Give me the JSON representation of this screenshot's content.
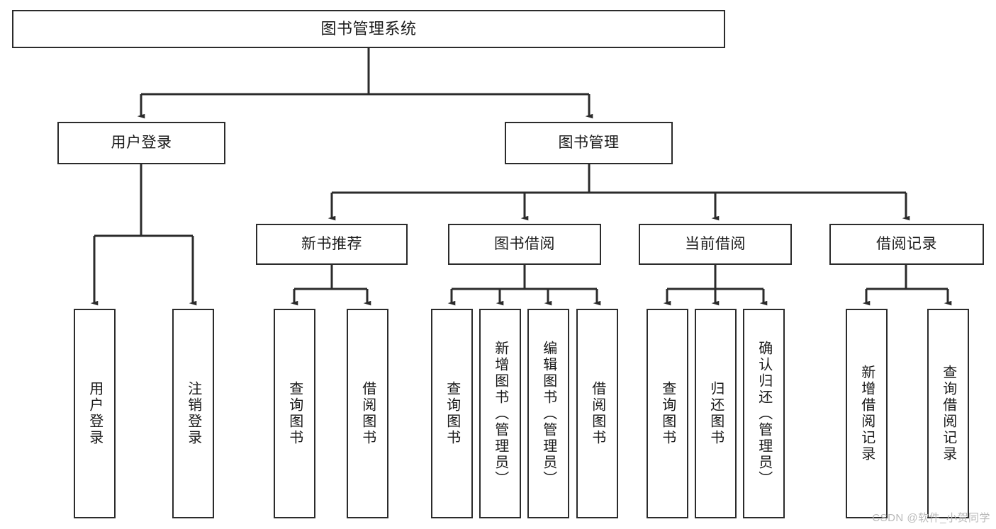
{
  "diagram": {
    "title": "图书管理系统",
    "type": "tree-hierarchy-chart",
    "watermark": "CSDN @软件_小贺同学",
    "colors": {
      "stroke": "#2b2b2b",
      "fill": "#ffffff",
      "text": "#1a1a1a",
      "watermark": "#b9b9b9"
    },
    "root": {
      "label": "图书管理系统"
    },
    "level2": [
      {
        "label": "用户登录"
      },
      {
        "label": "图书管理"
      }
    ],
    "level3": [
      {
        "label": "新书推荐"
      },
      {
        "label": "图书借阅"
      },
      {
        "label": "当前借阅"
      },
      {
        "label": "借阅记录"
      }
    ],
    "leaves": {
      "user_login": [
        {
          "label": "用户登录"
        },
        {
          "label": "注销登录"
        }
      ],
      "new_book": [
        {
          "label": "查询图书"
        },
        {
          "label": "借阅图书"
        }
      ],
      "borrow_book": [
        {
          "label": "查询图书"
        },
        {
          "label": "新增图书（管理员）"
        },
        {
          "label": "编辑图书（管理员）"
        },
        {
          "label": "借阅图书"
        }
      ],
      "current_borrow": [
        {
          "label": "查询图书"
        },
        {
          "label": "归还图书"
        },
        {
          "label": "确认归还（管理员）"
        }
      ],
      "borrow_record": [
        {
          "label": "新增借阅记录"
        },
        {
          "label": "查询借阅记录"
        }
      ]
    }
  }
}
